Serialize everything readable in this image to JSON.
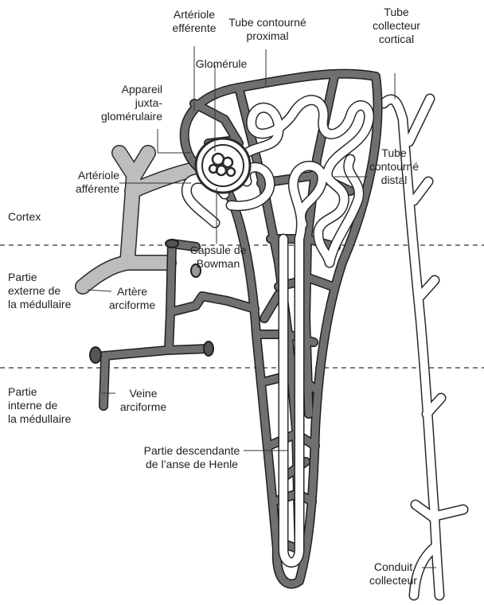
{
  "labels": {
    "arteriole_efferente": "Artériole\nefférente",
    "tube_proximal": "Tube contourné\nproximal",
    "tube_collecteur_cortical": "Tube\ncollecteur\ncortical",
    "glomerule": "Glomérule",
    "appareil_juxta": "Appareil\njuxta-\nglomérulaire",
    "tube_distal": "Tube\ncontourné\ndistal",
    "arteriole_afferente": "Artériole\nafférente",
    "cortex": "Cortex",
    "capsule_bowman": "Capsule de\nBowman",
    "medullaire_externe": "Partie\nexterne de\nla médullaire",
    "artere_arciforme": "Artère\narciforme",
    "medullaire_interne": "Partie\ninterne de\nla médullaire",
    "veine_arciforme": "Veine\narciforme",
    "anse_henle": "Partie descendante\nde l’anse de Henle",
    "conduit_collecteur": "Conduit\ncollecteur"
  },
  "colors": {
    "vessel_dark": "#707070",
    "vessel_light": "#bdbdbd",
    "tubule_fill": "#ffffff",
    "outline": "#2a2a2a",
    "divider": "#333333"
  }
}
